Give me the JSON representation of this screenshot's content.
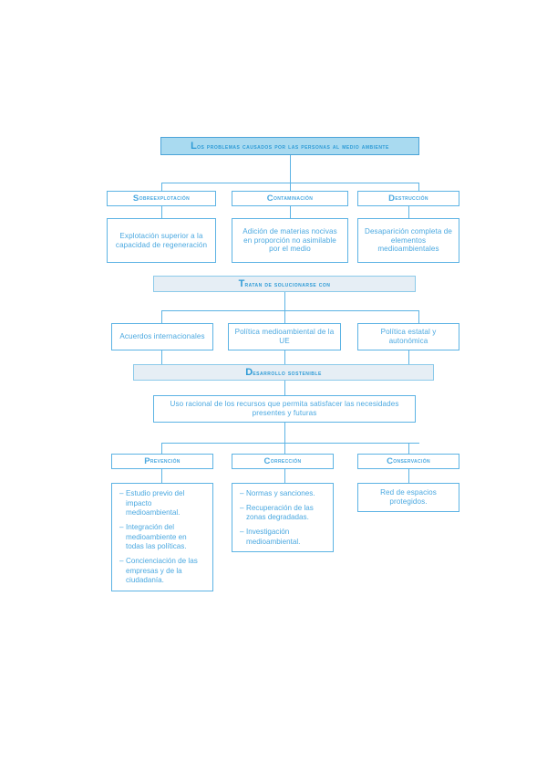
{
  "diagram": {
    "title_banner": {
      "cap": "L",
      "rest": "os problemas causados por las personas al medio ambiente"
    },
    "problems": [
      {
        "cap": "S",
        "rest": "obreexplotación"
      },
      {
        "cap": "C",
        "rest": "ontaminación"
      },
      {
        "cap": "D",
        "rest": "estrucción"
      }
    ],
    "problem_details": [
      "Explotación superior a la capacidad de regeneración",
      "Adición de materias nocivas en proporción no asimilable por el medio",
      "Desaparición completa de elementos medioambientales"
    ],
    "solve_banner": {
      "cap": "T",
      "rest": "ratan de solucionarse con"
    },
    "policies": [
      "Acuerdos internacionales",
      "Política medioambiental de la UE",
      "Política estatal y autonómica"
    ],
    "sustainable_banner": {
      "cap": "D",
      "rest": "esarrollo sostenible"
    },
    "sustainable_definition": "Uso racional de los recursos que permita satisfacer las necesidades presentes y futuras",
    "actions": [
      {
        "cap": "P",
        "rest": "revención"
      },
      {
        "cap": "C",
        "rest": "orrección"
      },
      {
        "cap": "C",
        "rest": "onservación"
      }
    ],
    "action_items": [
      [
        "Estudio previo del impacto medioambiental.",
        "Integración del medioambiente en todas las políticas.",
        "Concienciación de las empresas y de la ciudadanía."
      ],
      [
        "Normas y sanciones.",
        "Recuperación de las zonas degradadas.",
        "Investigación medioambiental."
      ]
    ],
    "conservation_text": "Red de espacios protegidos.",
    "bullet_dash": "–",
    "colors": {
      "line": "#5cb3e4",
      "text": "#4aa8e0",
      "banner_fill": "#a9daf0",
      "banner_soft_fill": "#e6eef5",
      "page_background": "#ffffff"
    }
  }
}
